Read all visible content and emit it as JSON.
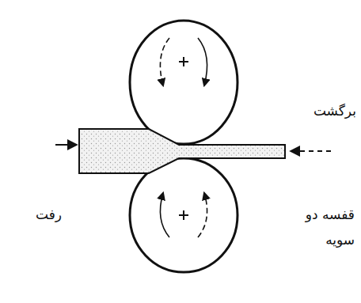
{
  "diagram": {
    "labels": [
      "برگشت",
      "رفت",
      "قفسه دو سویه"
    ]
  }
}
